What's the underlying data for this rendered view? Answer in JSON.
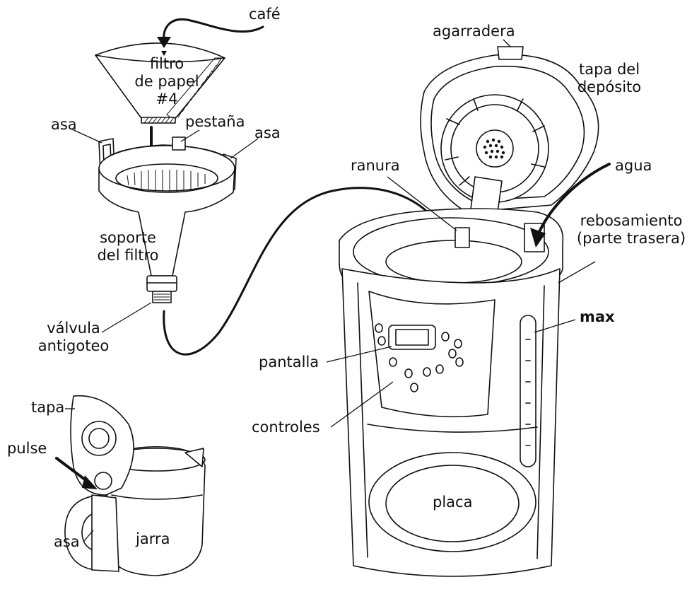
{
  "labels": {
    "cafe": "café",
    "filtro_papel": [
      "filtro",
      "de papel",
      "#4"
    ],
    "pestana": "pestaña",
    "asa_left": "asa",
    "asa_right": "asa",
    "soporte_filtro": [
      "soporte",
      "del filtro"
    ],
    "valvula": [
      "válvula",
      "antigoteo"
    ],
    "tapa": "tapa",
    "pulse": "pulse",
    "asa_jarra": "asa",
    "jarra": "jarra",
    "agarradera": "agarradera",
    "tapa_deposito": [
      "tapa del",
      "depósito"
    ],
    "ranura": "ranura",
    "agua": "agua",
    "rebosamiento": [
      "rebosamiento",
      "(parte trasera)"
    ],
    "max": "max",
    "pantalla": "pantalla",
    "controles": "controles",
    "placa": "placa"
  }
}
